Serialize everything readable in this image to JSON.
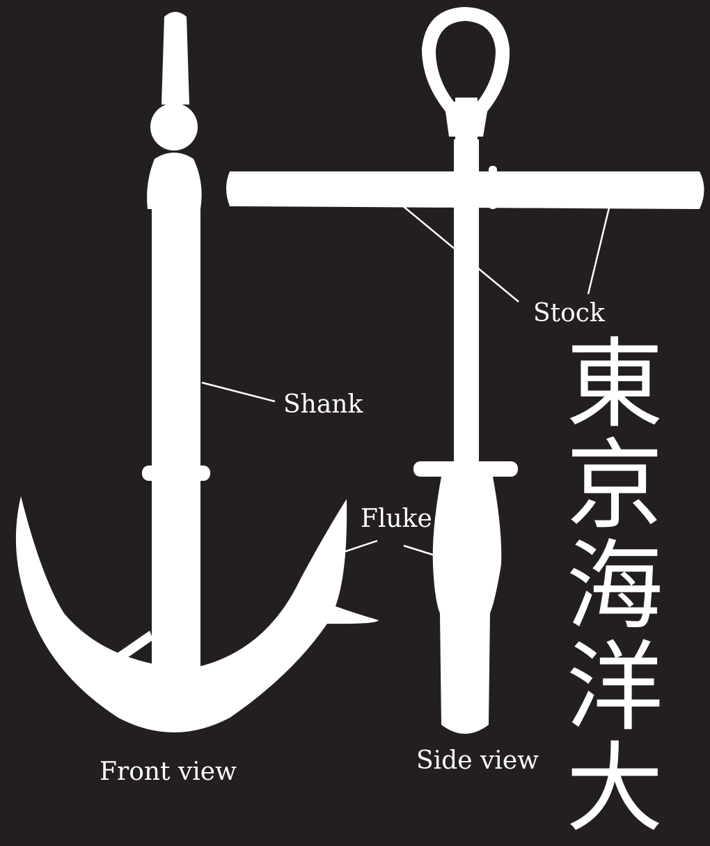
{
  "colors": {
    "background": "#231f20",
    "foreground": "#ffffff"
  },
  "labels": {
    "stock": "Stock",
    "shank": "Shank",
    "fluke": "Fluke",
    "front_view": "Front view",
    "side_view": "Side view"
  },
  "vertical_text": "東京海洋大"
}
